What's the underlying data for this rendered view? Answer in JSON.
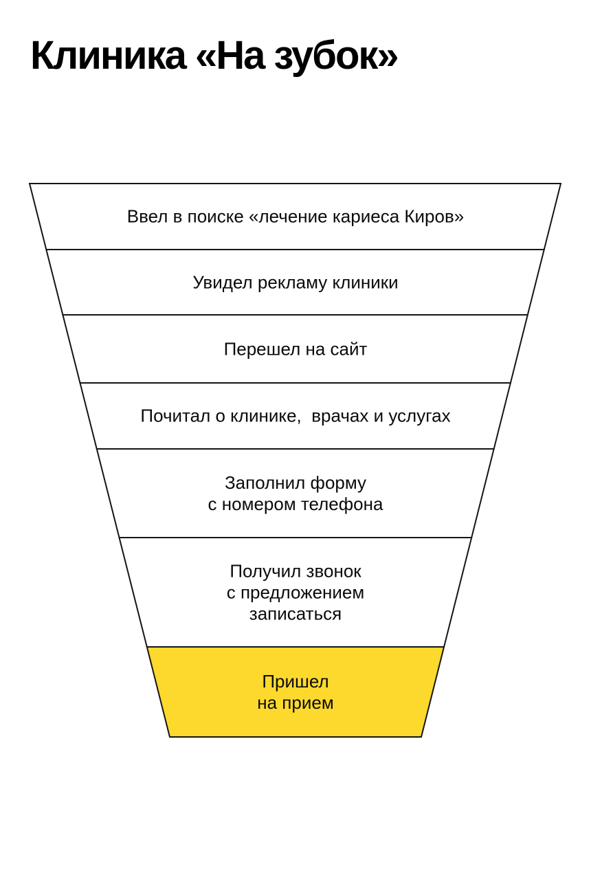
{
  "page": {
    "background": "#ffffff",
    "title": "Клиника «На зубок»"
  },
  "funnel": {
    "stroke_color": "#151515",
    "default_fill": "#ffffff",
    "highlight_fill": "#FDD92E",
    "steps": [
      {
        "label": "Ввел в поиске «лечение кариеса Киров»",
        "highlighted": false
      },
      {
        "label": "Увидел рекламу клиники",
        "highlighted": false
      },
      {
        "label": "Перешел на сайт",
        "highlighted": false
      },
      {
        "label": "Почитал о клинике,  врачах и услугах",
        "highlighted": false
      },
      {
        "label": "Заполнил форму\nс номером телефона",
        "highlighted": false
      },
      {
        "label": "Получил звонок\nс предложением\nзаписаться",
        "highlighted": false
      },
      {
        "label": "Пришел\nна прием",
        "highlighted": true
      }
    ]
  }
}
